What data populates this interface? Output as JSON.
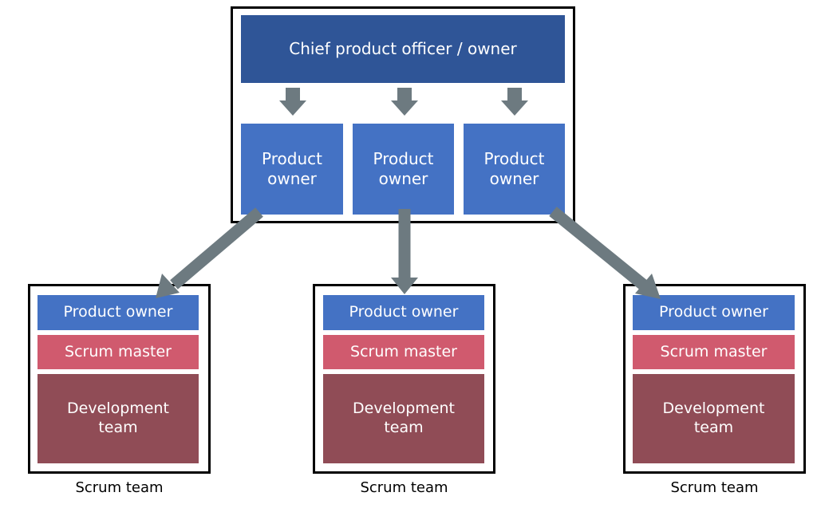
{
  "colors": {
    "chief": "#2f5597",
    "product_owner": "#4472c4",
    "scrum_master": "#d05a6e",
    "development_team": "#904c56",
    "arrow": "#6d7a80",
    "frame": "#000000"
  },
  "top_group": {
    "chief_label": "Chief product officer / owner",
    "product_owners": [
      {
        "label": "Product owner"
      },
      {
        "label": "Product owner"
      },
      {
        "label": "Product owner"
      }
    ]
  },
  "scrum_teams": [
    {
      "product_owner": "Product owner",
      "scrum_master": "Scrum master",
      "development_team": "Development team",
      "caption": "Scrum team"
    },
    {
      "product_owner": "Product owner",
      "scrum_master": "Scrum master",
      "development_team": "Development team",
      "caption": "Scrum team"
    },
    {
      "product_owner": "Product owner",
      "scrum_master": "Scrum master",
      "development_team": "Development team",
      "caption": "Scrum team"
    }
  ]
}
